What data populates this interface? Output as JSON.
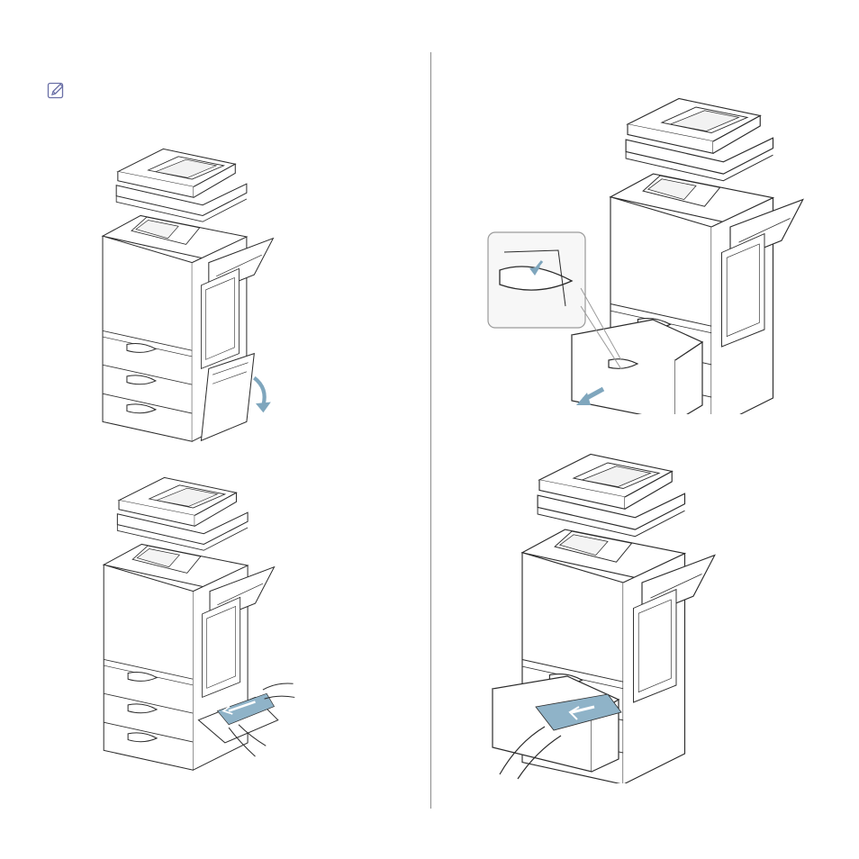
{
  "page": {
    "note_icon": "note-pencil-icon",
    "accent_color": "#7fa6bd",
    "line_color": "#2b2b2b"
  },
  "illustrations": [
    {
      "id": "step-1",
      "name": "printer-open-side-door"
    },
    {
      "id": "step-2",
      "name": "printer-remove-paper-side"
    },
    {
      "id": "step-3",
      "name": "printer-pull-out-tray"
    },
    {
      "id": "step-4",
      "name": "printer-remove-paper-tray"
    }
  ]
}
